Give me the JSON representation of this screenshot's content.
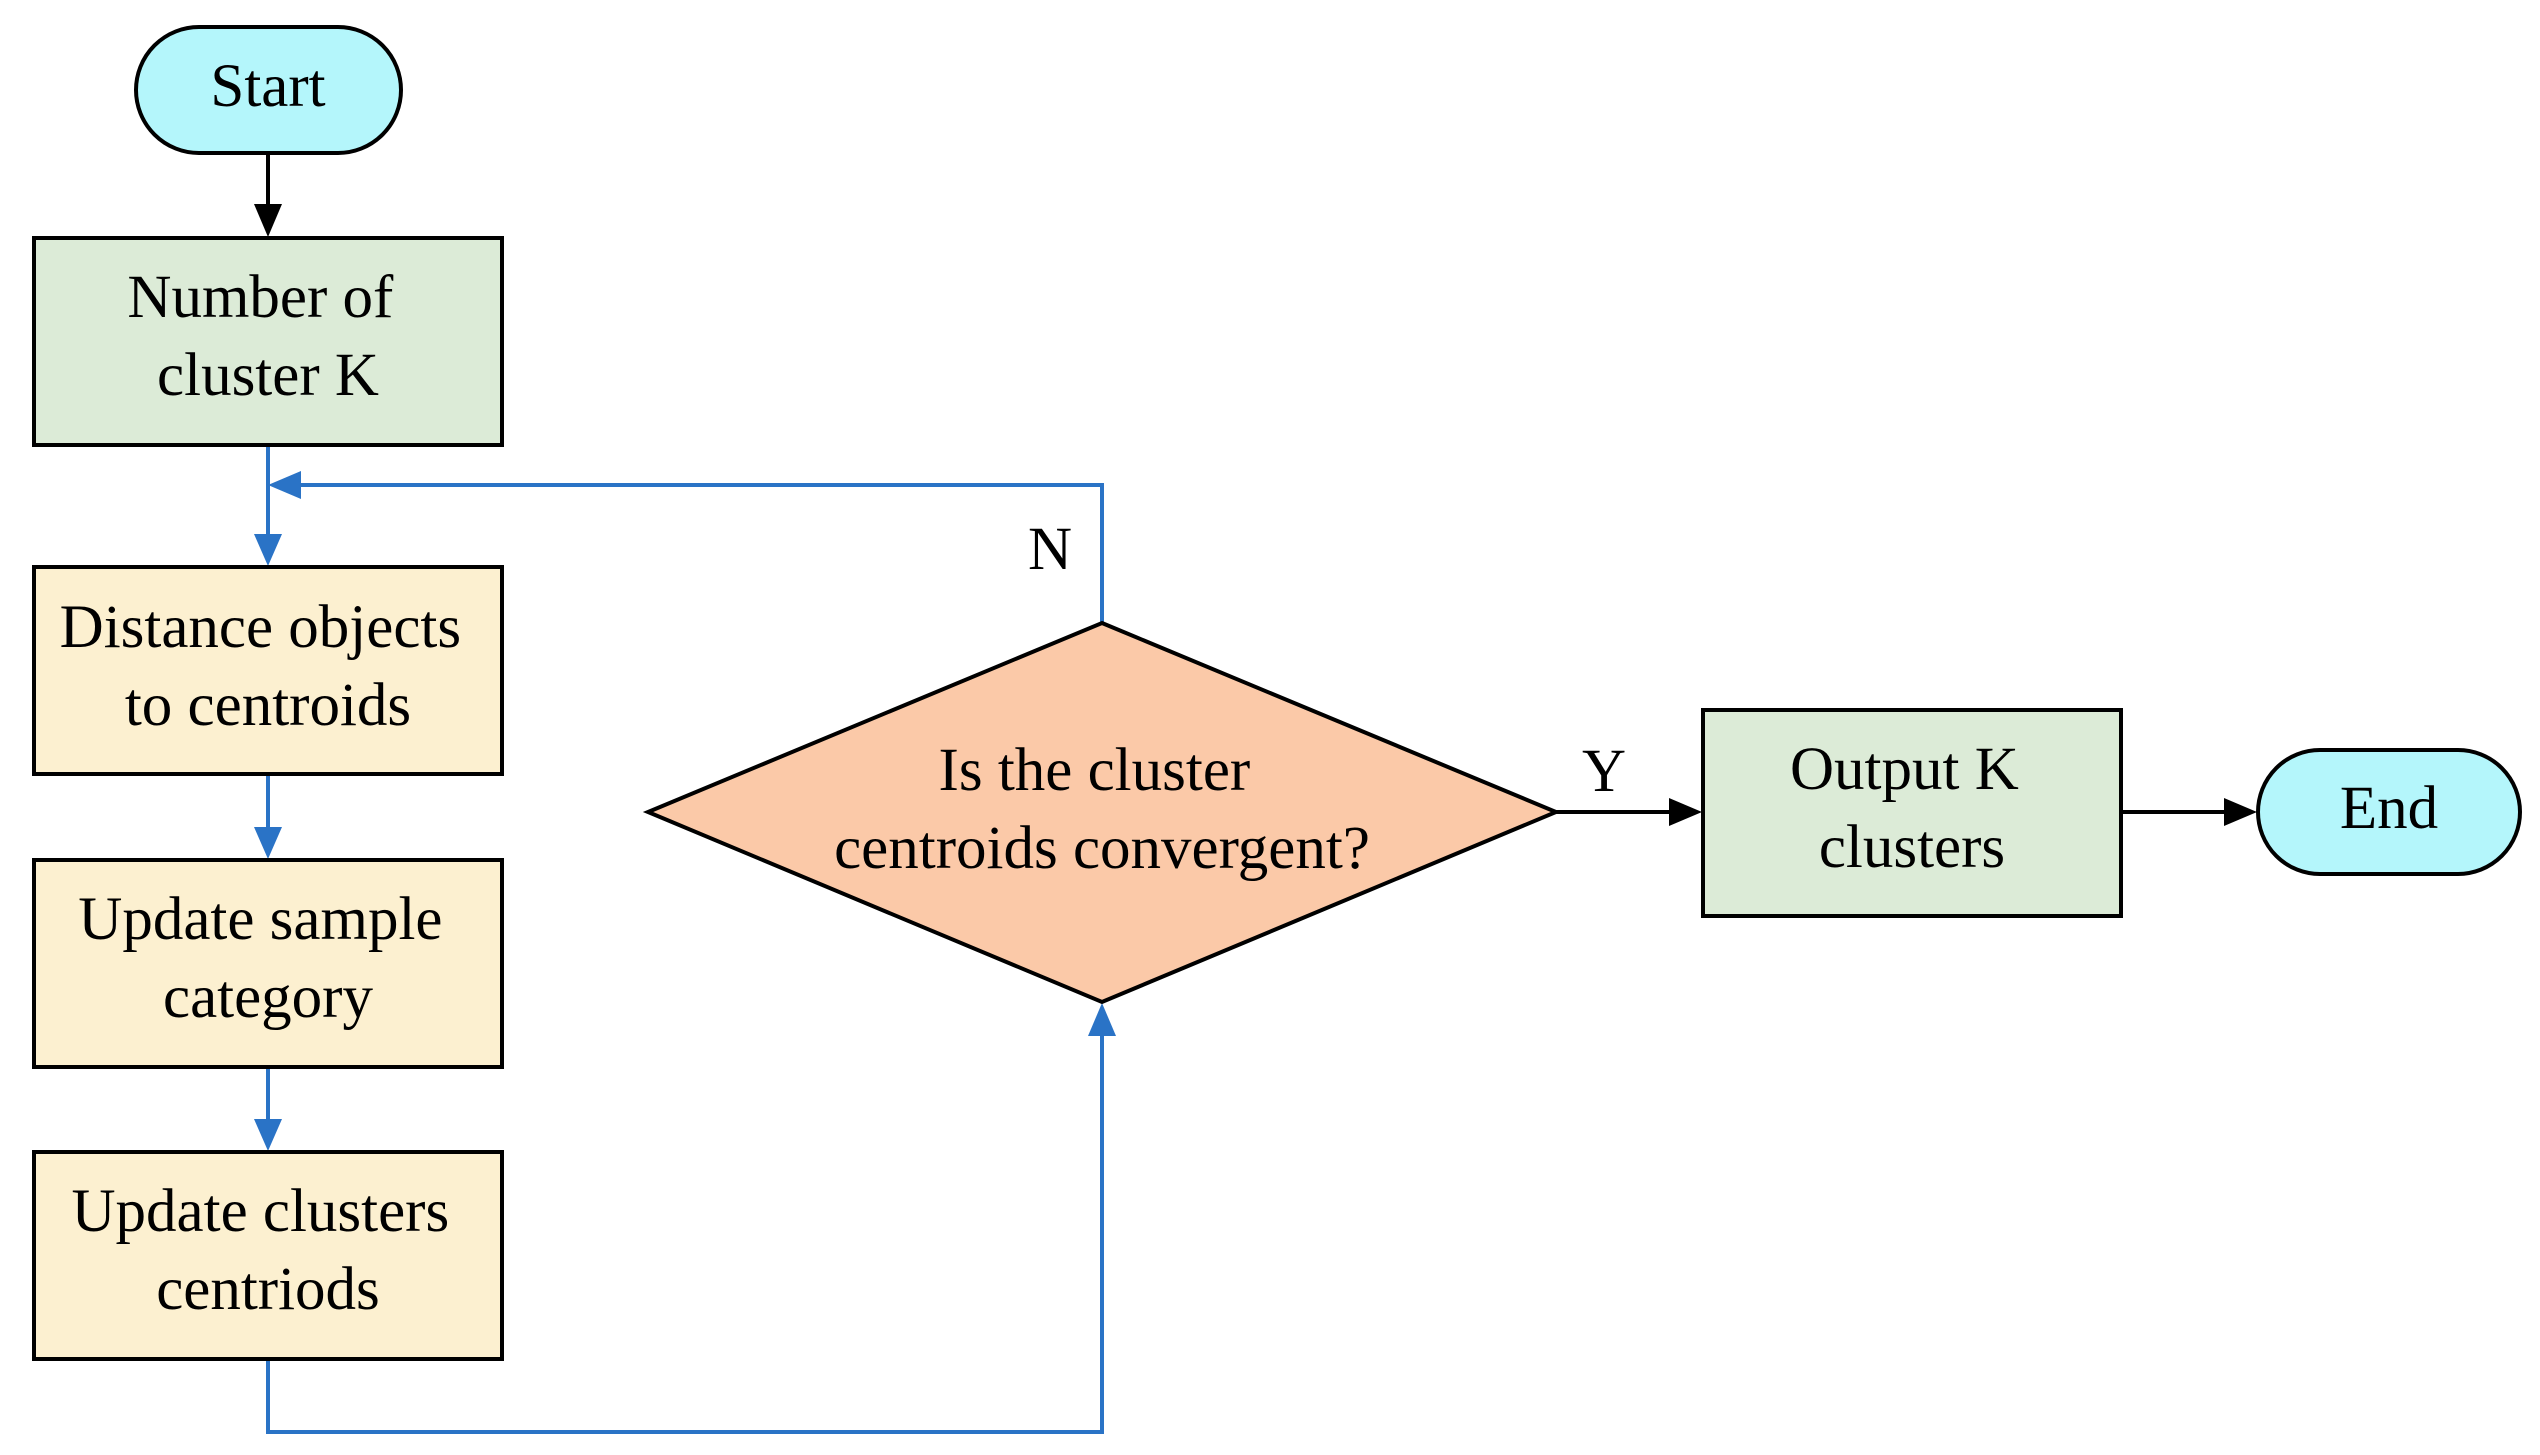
{
  "colors": {
    "terminal_fill": "#b4f6fb",
    "input_output_fill": "#dcebd7",
    "process_fill": "#fcf0d0",
    "decision_fill": "#fbc9a8",
    "loop_arrow": "#2a73c6",
    "main_arrow": "#000000"
  },
  "nodes": {
    "start": {
      "lines": [
        "Start"
      ]
    },
    "number_of_cluster": {
      "lines": [
        "Number of",
        "cluster K"
      ]
    },
    "distance_objects": {
      "lines": [
        "Distance objects",
        "to centroids"
      ]
    },
    "update_sample": {
      "lines": [
        "Update sample",
        "category"
      ]
    },
    "update_clusters": {
      "lines": [
        "Update clusters",
        "centriods"
      ]
    },
    "decision": {
      "lines": [
        "Is the cluster",
        "centroids convergent?"
      ]
    },
    "output": {
      "lines": [
        "Output K",
        "clusters"
      ]
    },
    "end": {
      "lines": [
        "End"
      ]
    }
  },
  "edge_labels": {
    "no": "N",
    "yes": "Y"
  }
}
